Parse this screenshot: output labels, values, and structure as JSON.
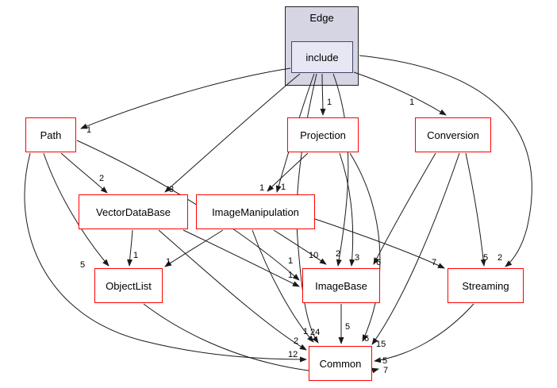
{
  "diagram": {
    "type": "directory-dependency-graph",
    "cluster": {
      "label": "Edge"
    },
    "nodes": {
      "include": {
        "label": "include"
      },
      "path": {
        "label": "Path"
      },
      "projection": {
        "label": "Projection"
      },
      "conversion": {
        "label": "Conversion"
      },
      "vectordatabase": {
        "label": "VectorDataBase"
      },
      "imagemanipulation": {
        "label": "ImageManipulation"
      },
      "objectlist": {
        "label": "ObjectList"
      },
      "imagebase": {
        "label": "ImageBase"
      },
      "streaming": {
        "label": "Streaming"
      },
      "common": {
        "label": "Common"
      }
    },
    "colors": {
      "node_border": "#ff0000",
      "edge": "#1a1a1a",
      "cluster_fill": "#d5d5e4",
      "cluster_border": "#222222",
      "include_fill": "#e7e7f4",
      "include_border": "#44446c",
      "background": "#ffffff"
    },
    "edges": [
      {
        "from": "include",
        "to": "path",
        "label": "1"
      },
      {
        "from": "include",
        "to": "projection",
        "label": "1"
      },
      {
        "from": "include",
        "to": "conversion",
        "label": "1"
      },
      {
        "from": "include",
        "to": "vectordatabase",
        "label": "3"
      },
      {
        "from": "include",
        "to": "imagemanipulation",
        "label": "1"
      },
      {
        "from": "include",
        "to": "imagebase",
        "label": "2"
      },
      {
        "from": "include",
        "to": "streaming",
        "label": "2"
      },
      {
        "from": "include",
        "to": "common",
        "label": "24"
      },
      {
        "from": "path",
        "to": "vectordatabase",
        "label": "2"
      },
      {
        "from": "path",
        "to": "objectlist",
        "label": "5"
      },
      {
        "from": "path",
        "to": "imagebase",
        "label": "1"
      },
      {
        "from": "path",
        "to": "common",
        "label": "12"
      },
      {
        "from": "projection",
        "to": "imagemanipulation",
        "label": "1"
      },
      {
        "from": "projection",
        "to": "imagebase",
        "label": "3"
      },
      {
        "from": "projection",
        "to": "common",
        "label": "6"
      },
      {
        "from": "conversion",
        "to": "imagebase",
        "label": "6"
      },
      {
        "from": "conversion",
        "to": "streaming",
        "label": "5"
      },
      {
        "from": "conversion",
        "to": "common",
        "label": "15"
      },
      {
        "from": "vectordatabase",
        "to": "objectlist",
        "label": "1"
      },
      {
        "from": "vectordatabase",
        "to": "imagebase",
        "label": "1"
      },
      {
        "from": "vectordatabase",
        "to": "common",
        "label": "2"
      },
      {
        "from": "imagemanipulation",
        "to": "objectlist",
        "label": "1"
      },
      {
        "from": "imagemanipulation",
        "to": "imagebase",
        "label": "10"
      },
      {
        "from": "imagemanipulation",
        "to": "streaming",
        "label": "7"
      },
      {
        "from": "imagemanipulation",
        "to": "common",
        "label": "1"
      },
      {
        "from": "objectlist",
        "to": "common",
        "label": "7"
      },
      {
        "from": "imagebase",
        "to": "common",
        "label": "5"
      },
      {
        "from": "streaming",
        "to": "common",
        "label": "5"
      }
    ]
  }
}
